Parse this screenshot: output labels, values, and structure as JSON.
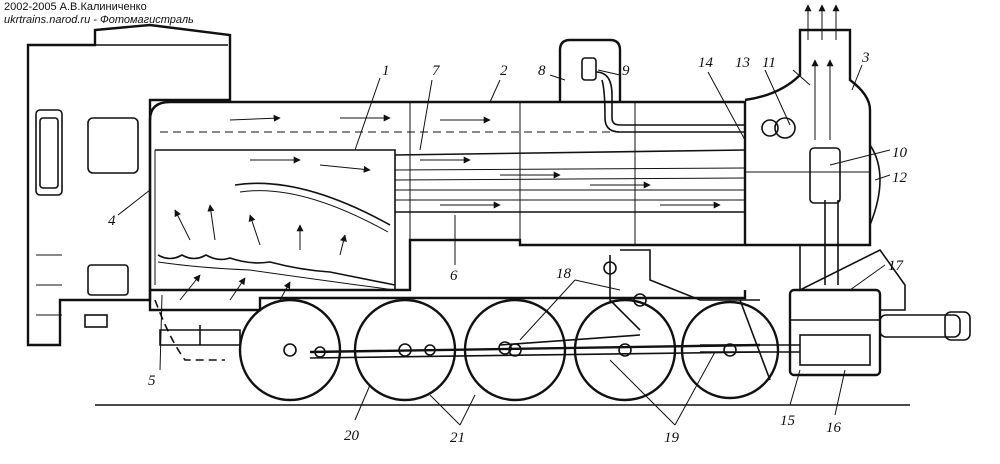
{
  "credits": {
    "line1": "2002-2005 А.В.Калиниченко",
    "line2": "ukrtrains.narod.ru - Фотомагистраль"
  },
  "callouts": [
    "1",
    "2",
    "3",
    "4",
    "5",
    "6",
    "7",
    "8",
    "9",
    "10",
    "11",
    "12",
    "13",
    "14",
    "15",
    "16",
    "17",
    "18",
    "19",
    "20",
    "21"
  ],
  "colors": {
    "ink": "#111111",
    "paper": "#ffffff"
  }
}
